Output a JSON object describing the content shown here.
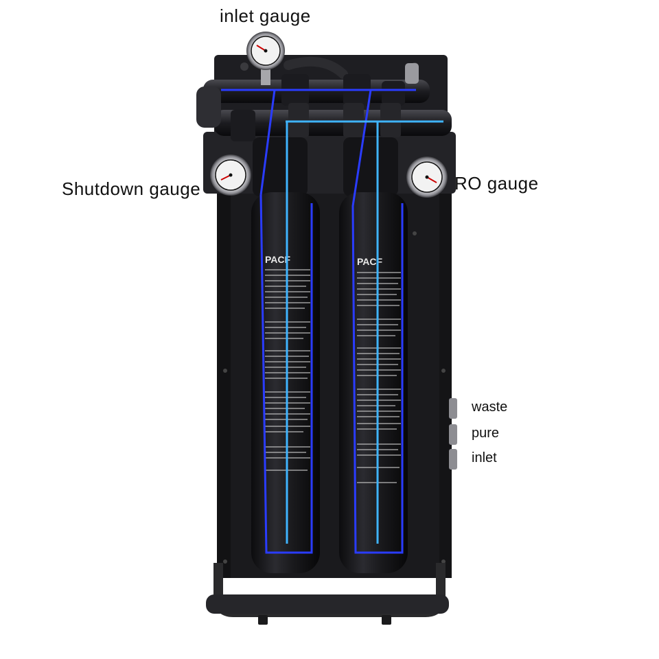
{
  "labels": {
    "inlet_gauge": "inlet gauge",
    "shutdown_gauge": "Shutdown  gauge",
    "ro_gauge": "RO gauge",
    "waste": "waste",
    "pure": "pure",
    "inlet": "inlet"
  },
  "filters": [
    {
      "brand": "PACF"
    },
    {
      "brand": "PACF"
    }
  ],
  "colors": {
    "housing": "#1c1c1e",
    "frame": "#2a2a2c",
    "flow_inlet": "#2a3cff",
    "flow_pure": "#3fb4ff"
  }
}
